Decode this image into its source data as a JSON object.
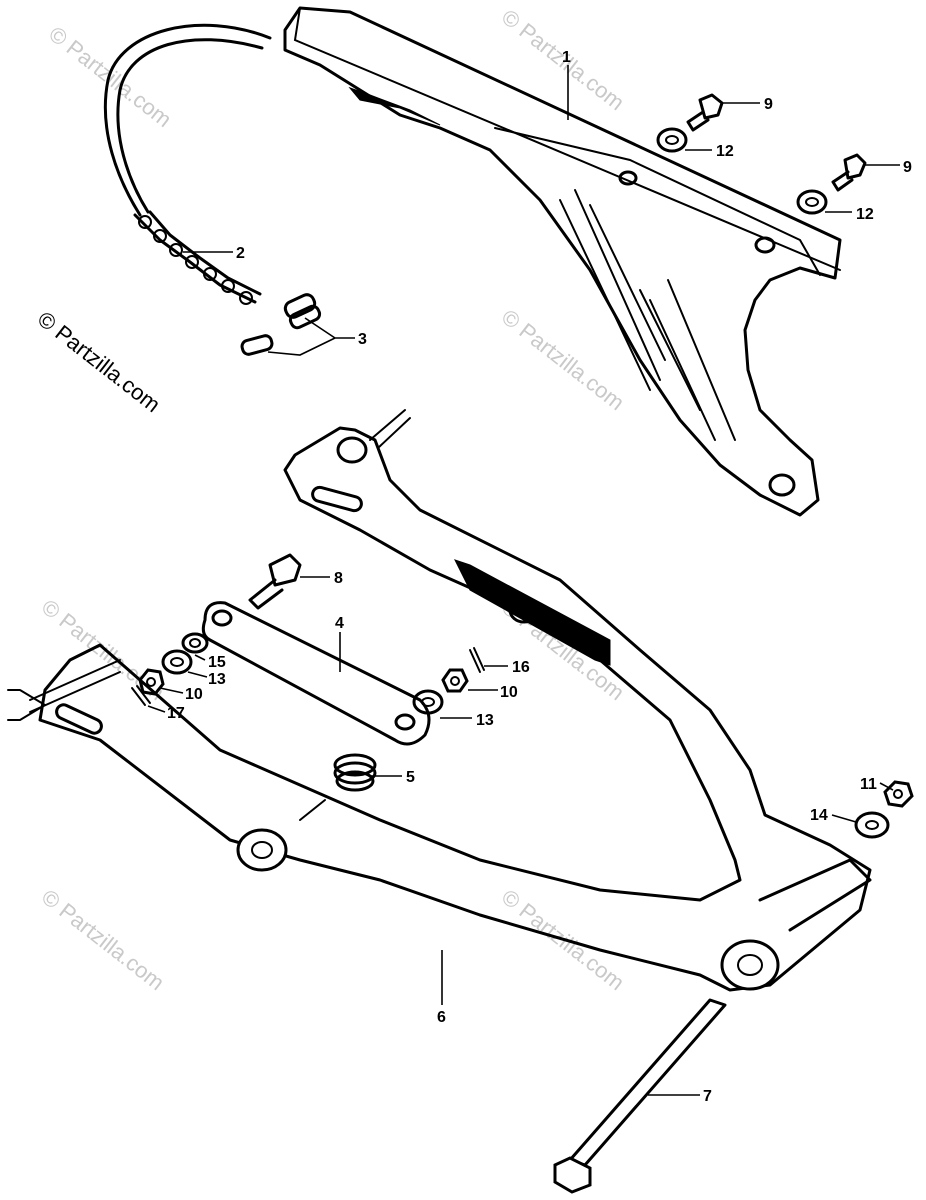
{
  "watermark": {
    "text": "© Partzilla.com"
  },
  "callouts": {
    "c1": "1",
    "c2": "2",
    "c3": "3",
    "c4": "4",
    "c5": "5",
    "c6": "6",
    "c7": "7",
    "c8": "8",
    "c9a": "9",
    "c9b": "9",
    "c10a": "10",
    "c10b": "10",
    "c11": "11",
    "c12a": "12",
    "c12b": "12",
    "c13a": "13",
    "c13b": "13",
    "c14": "14",
    "c15": "15",
    "c16": "16",
    "c17": "17"
  },
  "colors": {
    "line": "#000000",
    "watermark": "#c9c9c9",
    "background": "#ffffff"
  }
}
